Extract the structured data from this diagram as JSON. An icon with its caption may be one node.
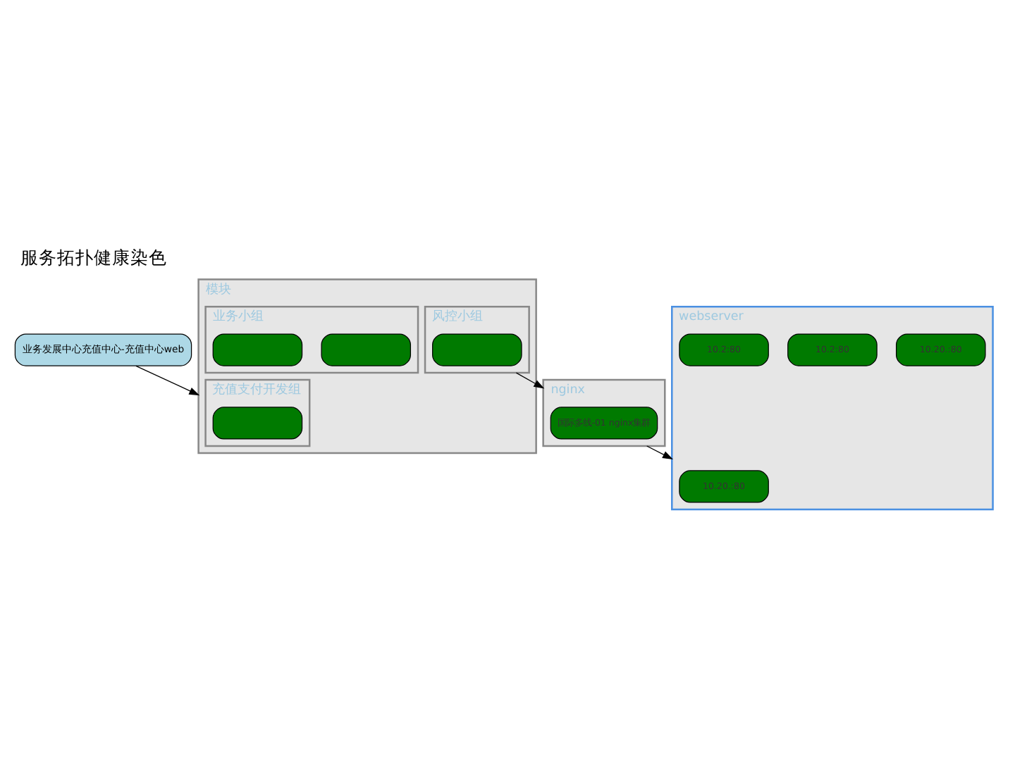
{
  "diagram": {
    "title": "服务拓扑健康染色",
    "nodes": [
      {
        "text": [
          "业务发展中心充值中心-充值中心web"
        ]
      },
      {
        "text": [
          "模块"
        ]
      },
      {
        "text": [
          "充值支付开发组"
        ],
        "in": 1
      },
      {
        "text": [],
        "shape": "box",
        "in": 2
      },
      {
        "text": [
          "风控小组"
        ],
        "in": 1
      },
      {
        "text": [],
        "shape": "box",
        "in": 4
      },
      {
        "text": [
          "业务小组"
        ],
        "in": 1
      },
      {
        "text": [],
        "shape": "box",
        "in": 6
      },
      {
        "text": [],
        "shape": "box",
        "in": 6
      },
      {
        "text": [
          "nginx"
        ]
      },
      {
        "text": [
          "国际多线-01 nginx集群"
        ],
        "in": 9
      },
      {
        "text": [
          "webserver"
        ]
      },
      {
        "text": [
          "10.20.:80"
        ],
        "in": 11
      },
      {
        "text": [
          "10.20.:80"
        ],
        "in": 11
      },
      {
        "text": [
          "10.2:80"
        ],
        "in": 11
      },
      {
        "text": [
          "10.2:80"
        ],
        "in": 11
      }
    ],
    "edges": [
      {
        "from": 0,
        "to": 1,
        "arrow": "to"
      },
      {
        "from": 4,
        "to": 9,
        "arrow": "to"
      },
      {
        "from": 9,
        "to": 11,
        "arrow": "to"
      }
    ]
  }
}
